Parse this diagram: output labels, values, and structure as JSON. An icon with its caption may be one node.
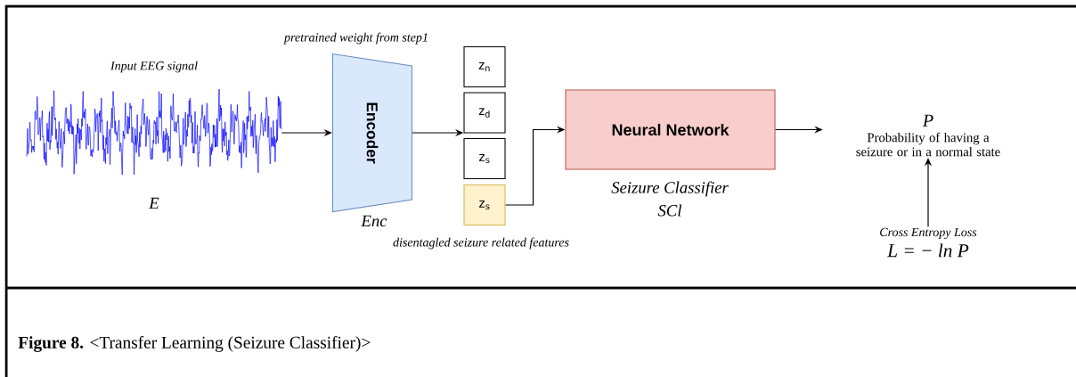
{
  "diagram": {
    "caption": "**Figure 8.** <Transfer Learning (Seizure Classifier)>",
    "nodes": [
      {
        "text": [],
        "shape": "picture",
        "beside": [
          "Input EEG signal",
          "E"
        ]
      },
      {
        "text": [
          "Encoder"
        ],
        "beside": [
          "pretrained weight from step1",
          "Enc"
        ]
      },
      {
        "text": [
          "z$_{n}$"
        ]
      },
      {
        "text": [
          "z$_{d}$"
        ]
      },
      {
        "text": [
          "z$_{s}$"
        ]
      },
      {
        "text": [
          "z$_{s}$"
        ],
        "beside": [
          "disentagled seizure related features"
        ]
      },
      {
        "text": [
          "Neural Network"
        ],
        "beside": [
          "Seizure Classifier",
          "SCl"
        ]
      },
      {
        "text": [
          "P",
          "Probability of having a seizure or in a normal state"
        ]
      },
      {
        "text": [
          "Cross Entropy Loss",
          "L = − ln P"
        ]
      }
    ],
    "edges": [
      {
        "from": 0,
        "to": 1,
        "arrow": "to"
      },
      {
        "from": 1,
        "to": 3,
        "arrow": "to"
      },
      {
        "from": 5,
        "to": 6,
        "arrow": "to"
      },
      {
        "from": 6,
        "to": 7,
        "arrow": "to"
      },
      {
        "from": 8,
        "to": 7,
        "arrow": "to"
      }
    ]
  }
}
